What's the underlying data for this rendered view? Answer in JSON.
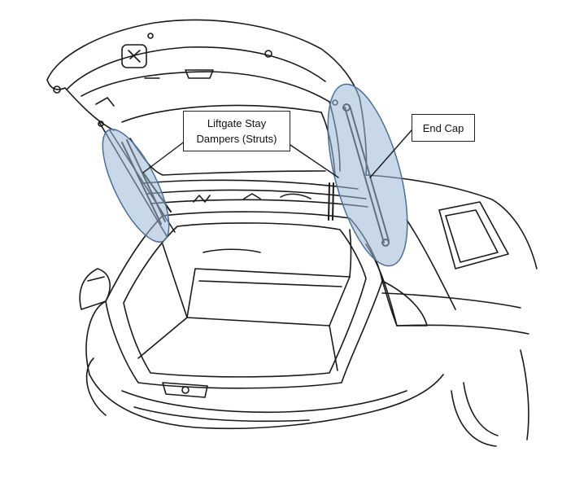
{
  "labels": {
    "struts_line1": "Liftgate Stay",
    "struts_line2": "Dampers (Struts)",
    "end_cap": "End Cap"
  },
  "colors": {
    "line": "#1a1a1a",
    "highlight_fill": "#9db8d6",
    "highlight_stroke": "#4a6f9a",
    "background": "#ffffff"
  }
}
